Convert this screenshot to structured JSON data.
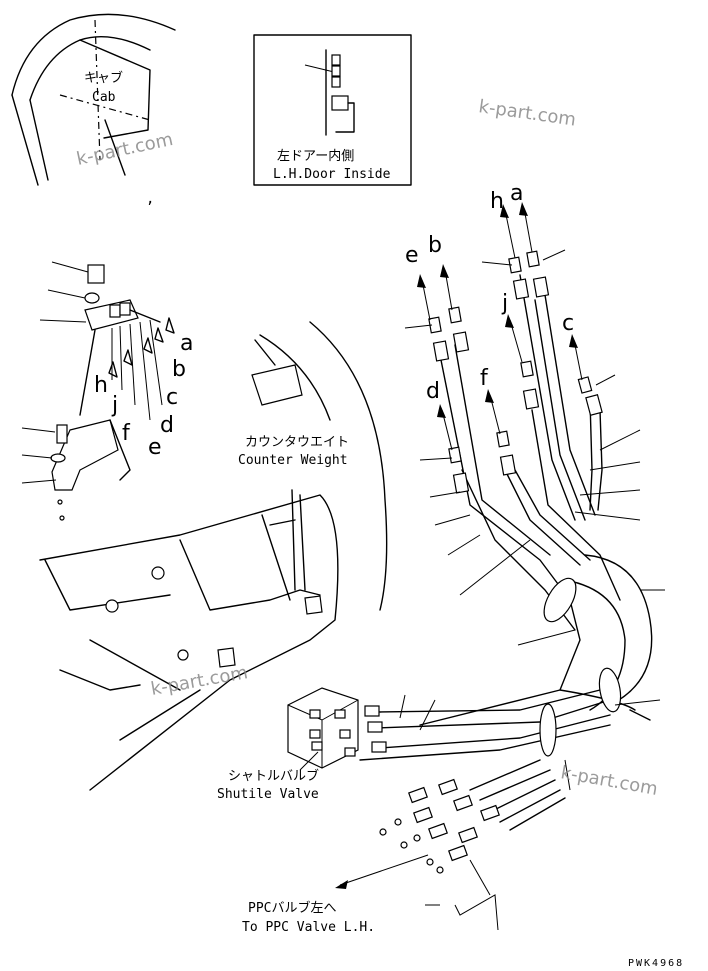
{
  "labels": {
    "cab_jp": "キャブ",
    "cab_en": "Cab",
    "door_jp": "左ドアー内側",
    "door_en": "L.H.Door Inside",
    "counter_jp": "カウンタウエイト",
    "counter_en": "Counter Weight",
    "shuttle_jp": "シャトルバルブ",
    "shuttle_en": "Shutile Valve",
    "ppc_jp": "PPCバルブ左へ",
    "ppc_en": "To PPC Valve L.H.",
    "figure_code": "PWK4968"
  },
  "letters": {
    "left_group": [
      "a",
      "b",
      "c",
      "d",
      "e",
      "f",
      "h",
      "j"
    ],
    "right_group": [
      "h",
      "a",
      "e",
      "b",
      "c",
      "j",
      "d",
      "f"
    ]
  },
  "watermark": "k-part.com"
}
